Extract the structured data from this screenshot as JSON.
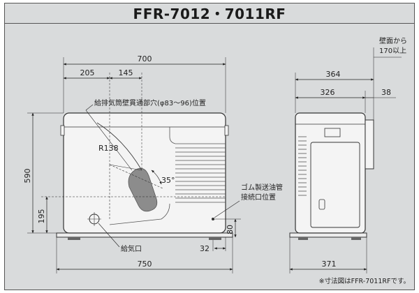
{
  "title": "FFR-7012・7011RF",
  "front_view": {
    "dim_total_width": "700",
    "dim_left_offset": "205",
    "dim_second_offset": "145",
    "dim_height": "590",
    "dim_lower_height": "195",
    "dim_base_height": "80",
    "dim_base_offset": "32",
    "dim_base_width": "750",
    "radius_label": "R138",
    "angle_label": "35°",
    "pipe_hole_label": "給排気筒壁貫通部穴(φ83〜96)位置",
    "oil_pipe_label_1": "ゴム製送油管",
    "oil_pipe_label_2": "接続口位置",
    "air_intake_label": "給気口"
  },
  "side_view": {
    "wall_note_1": "壁面から",
    "wall_note_2": "170以上",
    "dim_depth_total": "364",
    "dim_depth_body": "326",
    "dim_depth_back": "38",
    "dim_depth_base": "371"
  },
  "footnote": "※寸法図はFFR-7011RFです。",
  "colors": {
    "background": "#d9dbdc",
    "body": "#f4f4f4",
    "line": "#333333",
    "pipe": "#8c8c8c"
  }
}
